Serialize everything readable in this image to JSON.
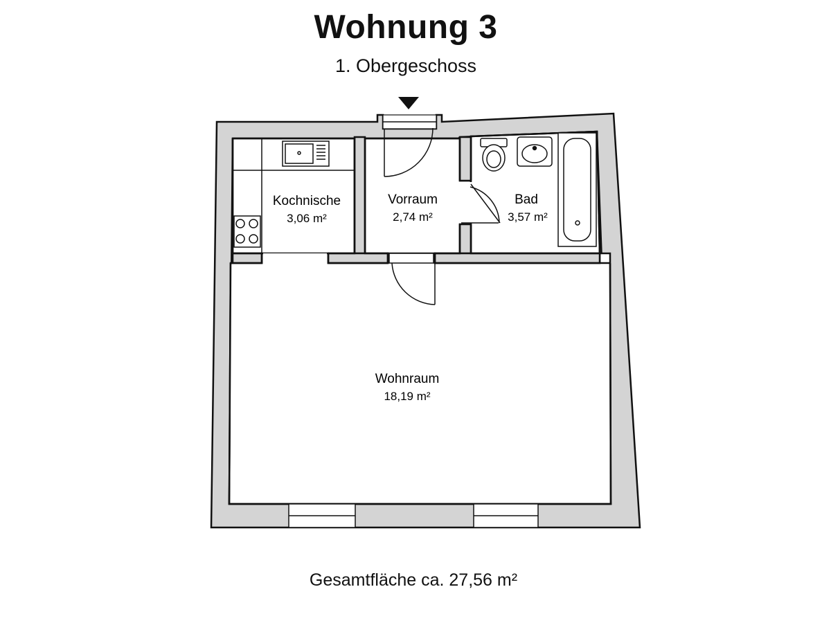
{
  "title": "Wohnung 3",
  "subtitle": "1. Obergeschoss",
  "total_area": "Gesamtfläche ca. 27,56 m²",
  "rooms": [
    {
      "name": "Kochnische",
      "area": "3,06 m²"
    },
    {
      "name": "Vorraum",
      "area": "2,74 m²"
    },
    {
      "name": "Bad",
      "area": "3,57 m²"
    },
    {
      "name": "Wohnraum",
      "area": "18,19 m²"
    }
  ],
  "colors": {
    "wall_fill": "#d4d4d4",
    "line": "#111111",
    "background": "#ffffff"
  },
  "icons": [
    "entrance-arrow-icon",
    "sink-icon",
    "stove-icon",
    "toilet-icon",
    "washbasin-icon",
    "bathtub-icon"
  ]
}
